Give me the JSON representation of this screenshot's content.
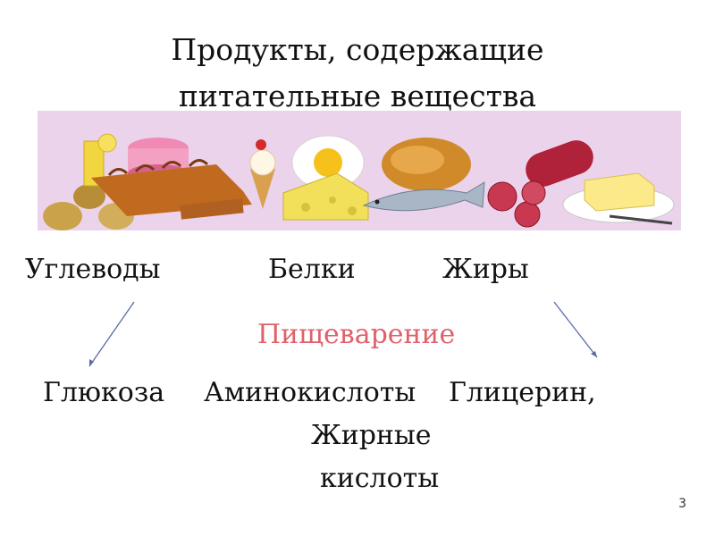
{
  "slide": {
    "title_line1": "Продукты, содержащие",
    "title_line2": "питательные вещества",
    "nutrients": {
      "carbs": "Углеводы",
      "proteins": "Белки",
      "fats": "Жиры"
    },
    "process": "Пищеварение",
    "products": {
      "glucose": "Глюкоза",
      "amino_acids": "Аминокислоты",
      "glycerin": "Глицерин,",
      "fatty_line1": "Жирные",
      "fatty_line2": "кислоты"
    },
    "page_number": "3",
    "colors": {
      "banner_bg": "#ecd3ec",
      "process_text": "#e0606a",
      "arrow": "#5a6aa8"
    }
  }
}
